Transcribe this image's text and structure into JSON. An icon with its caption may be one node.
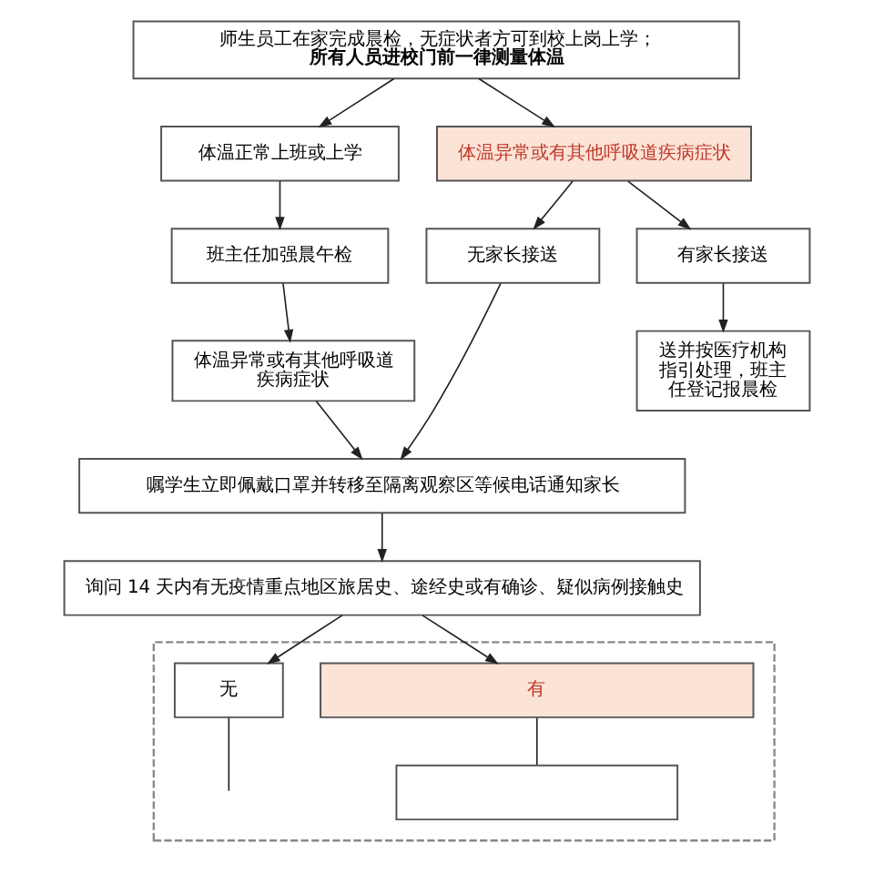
{
  "diagram": {
    "nodes": [
      {
        "text": [
          "师生员工在家完成晨检，无症状者方可到校上岗上学；",
          "所有人员进校门前一律测量体温"
        ]
      },
      {
        "text": [
          "体温正常上班或上学"
        ]
      },
      {
        "text": [
          "体温异常或有其他呼吸道疾病症状"
        ]
      },
      {
        "text": [
          "班主任加强晨午检"
        ]
      },
      {
        "text": [
          "无家长接送"
        ]
      },
      {
        "text": [
          "有家长接送"
        ]
      },
      {
        "text": [
          "体温异常或有其他呼吸道疾病症状"
        ]
      },
      {
        "text": [
          "送并按医疗机构指引处理，班主任登记报晨检"
        ]
      },
      {
        "text": [
          "嘱学生立即佩戴口罩并转移至隔离观察区等候电话通知家长"
        ]
      },
      {
        "text": [
          "询问 14 天内有无疫情重点地区旅居史、途经史或有确诊、疑似病例接触史"
        ]
      },
      {
        "text": [],
        "shape": "box"
      },
      {
        "text": [
          "无"
        ],
        "in": 10
      },
      {
        "text": [
          "有"
        ],
        "in": 10
      },
      {
        "text": [],
        "shape": "box",
        "in": 10
      }
    ],
    "edges": [
      {
        "from": 0,
        "to": 1,
        "arrow": "to"
      },
      {
        "from": 0,
        "to": 2,
        "arrow": "to"
      },
      {
        "from": 1,
        "to": 3,
        "arrow": "to"
      },
      {
        "from": 2,
        "to": 4,
        "arrow": "to"
      },
      {
        "from": 2,
        "to": 5,
        "arrow": "to"
      },
      {
        "from": 3,
        "to": 6,
        "arrow": "to"
      },
      {
        "from": 5,
        "to": 7,
        "arrow": "to"
      },
      {
        "from": 6,
        "to": 8,
        "arrow": "to"
      },
      {
        "from": 4,
        "to": 8,
        "arrow": "to"
      },
      {
        "from": 8,
        "to": 9,
        "arrow": "to"
      },
      {
        "from": 9,
        "to": 11,
        "arrow": "to"
      },
      {
        "from": 9,
        "to": 12,
        "arrow": "to"
      },
      {
        "from": 12,
        "to": 13,
        "arrow": "none"
      },
      {
        "from": 11,
        "to": null,
        "arrow": "none"
      }
    ]
  }
}
